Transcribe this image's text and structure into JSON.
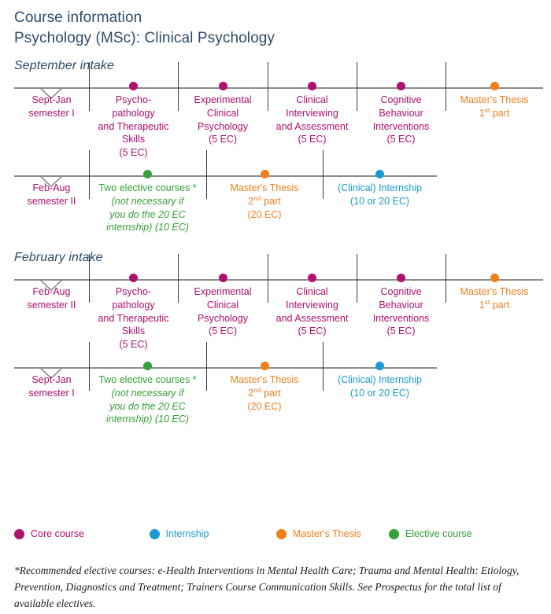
{
  "header": {
    "line1": "Course information",
    "line2": "Psychology (MSc): Clinical Psychology"
  },
  "colors": {
    "core": "#b0106e",
    "internship": "#1b9ad6",
    "thesis": "#f0801e",
    "elective": "#34a236",
    "axis": "#8c8c8c",
    "divider": "#3a3a3a",
    "heading": "#2e4a69"
  },
  "intakes": [
    {
      "heading": "September intake",
      "rows": [
        {
          "semester": {
            "line1": "Sept-Jan",
            "line2": "semester I"
          },
          "cells": [
            {
              "type": "core",
              "lines": [
                "Psycho-",
                "pathology",
                "and Therapeutic",
                "Skills",
                "(5 EC)"
              ]
            },
            {
              "type": "core",
              "lines": [
                "Experimental",
                "Clinical",
                "Psychology",
                "(5 EC)"
              ]
            },
            {
              "type": "core",
              "lines": [
                "Clinical",
                "Interviewing",
                "and Assessment",
                "(5 EC)"
              ]
            },
            {
              "type": "core",
              "lines": [
                "Cognitive",
                "Behaviour",
                "Interventions",
                "(5 EC)"
              ]
            },
            {
              "type": "thesis",
              "lines": [
                "Master's Thesis",
                "1st part"
              ]
            }
          ]
        },
        {
          "semester": {
            "line1": "Feb-Aug",
            "line2": "semester II"
          },
          "cells": [
            {
              "type": "elective",
              "lines": [
                "Two elective courses *",
                "(not necessary if",
                "you do the 20 EC",
                "internship) (10 EC)"
              ]
            },
            {
              "type": "thesis",
              "lines": [
                "Master's Thesis",
                "2nd part",
                "(20 EC)"
              ]
            },
            {
              "type": "internship",
              "lines": [
                "(Clinical) Internship",
                "(10 or 20 EC)"
              ]
            }
          ]
        }
      ]
    },
    {
      "heading": "February intake",
      "rows": [
        {
          "semester": {
            "line1": "Feb-Aug",
            "line2": "semester II"
          },
          "cells": [
            {
              "type": "core",
              "lines": [
                "Psycho-",
                "pathology",
                "and Therapeutic",
                "Skills",
                "(5 EC)"
              ]
            },
            {
              "type": "core",
              "lines": [
                "Experimental",
                "Clinical",
                "Psychology",
                "(5 EC)"
              ]
            },
            {
              "type": "core",
              "lines": [
                "Clinical",
                "Interviewing",
                "and Assessment",
                "(5 EC)"
              ]
            },
            {
              "type": "core",
              "lines": [
                "Cognitive",
                "Behaviour",
                "Interventions",
                "(5 EC)"
              ]
            },
            {
              "type": "thesis",
              "lines": [
                "Master's Thesis",
                "1st part"
              ]
            }
          ]
        },
        {
          "semester": {
            "line1": "Sept-Jan",
            "line2": "semester I"
          },
          "cells": [
            {
              "type": "elective",
              "lines": [
                "Two elective courses *",
                "(not necessary if",
                "you do the 20 EC",
                "internship) (10 EC)"
              ]
            },
            {
              "type": "thesis",
              "lines": [
                "Master's Thesis",
                "2nd part",
                "(20 EC)"
              ]
            },
            {
              "type": "internship",
              "lines": [
                "(Clinical) Internship",
                "(10 or 20 EC)"
              ]
            }
          ]
        }
      ]
    }
  ],
  "legend": [
    {
      "label": "Core course",
      "type": "core"
    },
    {
      "label": "Internship",
      "type": "internship"
    },
    {
      "label": "Master's Thesis",
      "type": "thesis"
    },
    {
      "label": "Elective course",
      "type": "elective"
    }
  ],
  "footnote": "*Recommended elective courses: e-Health Interventions in Mental Health Care; Trauma and Mental Health: Etiology, Prevention, Diagnostics and Treatment; Trainers Course Communication Skills. See Prospectus for the total list of available electives."
}
